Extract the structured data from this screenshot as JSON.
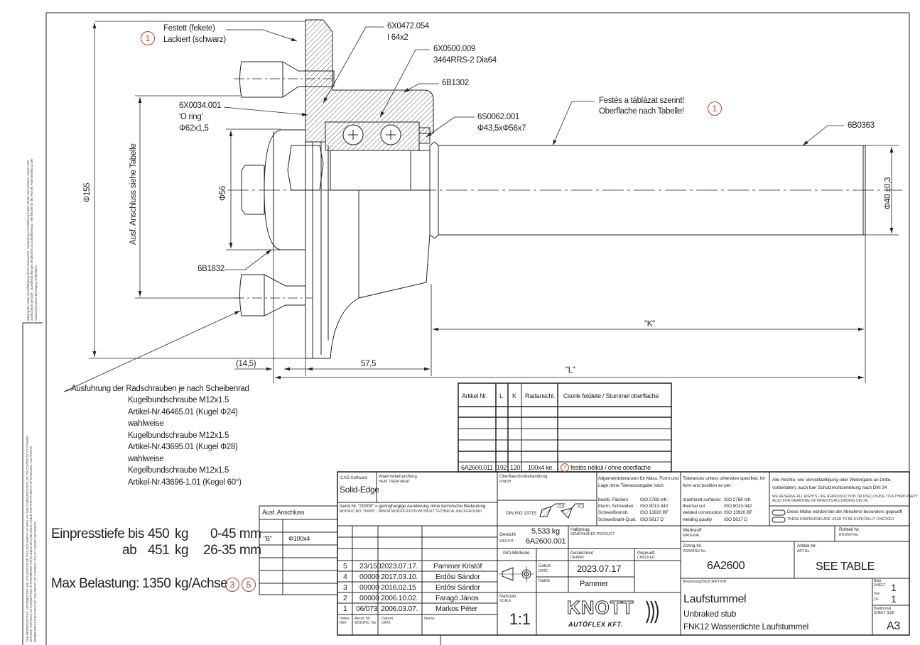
{
  "callouts": {
    "paint_black": {
      "marker": "1",
      "line1": "Festett (fekete)",
      "line2": "Lackiert (schwarz)"
    },
    "circlip": {
      "line1": "6X0472.054",
      "line2": "I 64x2"
    },
    "bearing": {
      "line1": "6X0500.009",
      "line2": "3464RRS-2 Dia64"
    },
    "hub": {
      "line1": "6B1302"
    },
    "o_ring": {
      "line1": "6X0034.001",
      "line2": "'O ring'",
      "line3": "Φ62x1,5"
    },
    "paint_table": {
      "line1": "Festés a táblázat szerint!",
      "line2": "Oberflache nach Tabelle!",
      "marker": "1"
    },
    "seal": {
      "line1": "6S0062.001",
      "line2": "Φ43,5xΦ56x7"
    },
    "stub": {
      "line1": "6B0363"
    },
    "cap": {
      "line1": "6B1832"
    }
  },
  "dimensions": {
    "d155": "Φ155",
    "connection": "Ausf. Anschluss siehe Tabelle",
    "d56": "Φ56",
    "d40": "Φ40 ±0,3",
    "offset": "(14,5)",
    "hub_len": "57,5",
    "k": "\"K\"",
    "l": "\"L\""
  },
  "notes": {
    "heading": "Ausfuhrung der Radschrauben je nach Scheibenrad",
    "lines": [
      "Kugelbundschraube M12x1.5",
      "Artikel-Nr.46465.01 (Kugel Φ24)",
      "wahlweise",
      "Kugelbundschraube M12x1.5",
      "Artikel-Nr.43695.01 (Kugel Φ28)",
      "wahlweise",
      "Kegelbundschraube M12x1.5",
      "Artikel-Nr.43696-1.01 (Kegel 60°)"
    ]
  },
  "load": {
    "row1": {
      "label": "Einpresstiefe bis",
      "kg": "450",
      "unit": "kg",
      "range": "0-45 mm"
    },
    "row2": {
      "label": "ab",
      "kg": "451",
      "unit": "kg",
      "range": "26-35 mm"
    },
    "max_label": "Max Belastung:",
    "max_value": "1350",
    "max_unit": "kg/Achse",
    "markers": [
      "3",
      "5"
    ]
  },
  "connection_table": {
    "header": "Ausf. Anschluss",
    "rows": [
      [
        "\"B\"",
        "Φ100x4"
      ]
    ]
  },
  "article_table": {
    "headers": [
      "Artikel Nr.",
      "L",
      "K",
      "Radanschl.",
      "Csonk felülete / Stummel oberflache"
    ],
    "rows": [
      [
        "6A2600.011",
        "192",
        "120",
        "100x4 ke.",
        "festés nélkül / ohne oberflache"
      ]
    ],
    "marker": "1"
  },
  "title_block": {
    "cad_label": "CAD-Software",
    "cad_value": "Solid-Edge",
    "heat_label": "Waermebehandlung",
    "heat_label_en": "HEAT TREATMENT",
    "finish_label": "Oberflaechenbehandlung",
    "finish_label_en": "FINISH",
    "gen_tol_1": "Allgemeintoleranzen für Mass, Form und",
    "gen_tol_2": "Lage ohne Toleranzangabe nach:",
    "gen_tol_rows": [
      [
        "bearb. Flächen",
        "ISO 2768 mK"
      ],
      [
        "therm. Schneiden",
        "ISO 9013-342"
      ],
      [
        "Schweißkonstr.",
        "ISO 13920 BF"
      ],
      [
        "Schweißnaht-Qual.",
        "ISO 5817 D"
      ]
    ],
    "tol_en_1": "Tolerances unless otherwise specified, for",
    "tol_en_2": "form and position as per:",
    "tol_en_rows": [
      [
        "machined surfaces:",
        "ISO 2768 mK"
      ],
      [
        "thermal cut",
        "ISO 9013-342"
      ],
      [
        "welded construction",
        "ISO 13920 BF"
      ],
      [
        "welding quality",
        "ISO 5817 D"
      ]
    ],
    "rights_1": "Alle Rechte, wie Vervielfaeltigung oder Weitergabe an Dritte,",
    "rights_2": "vorbehalten, auch fuer Schutzrechtserteilung nach DIN 34",
    "rights_en_1": "WE RESERVE ALL RIGHTS LIKE REPRODUCTION OR DISCLOSING TO A THIRD PARTY",
    "rights_en_2": "ALSO FOR GRANTING OF PATENTS ACCORDING DIN 34.",
    "check_de": "Diese Maße werden bei der Abnahme besonders geprueft",
    "check_en": "THESE DIMENSIONS ARE USED TO BE ESPECIALLY CHECKED",
    "mod_note_de": "Aend.Nr. \"00000\" = geringfuegige Aenderung ohne technische Bedeutung",
    "mod_note_en": "MODIFIC.NO. \"00000\" - MINOR MODIFICATION WITHOUT TECHNICAL BACKGROUND",
    "edge_std": "DIN ISO 13715",
    "edge_val1": "-0,3",
    "edge_val2": "-0,3",
    "weight_label": "Gewicht",
    "weight_label_en": "WEIGHT",
    "weight_value": "5,533 kg",
    "weight_part": "6A2600.001",
    "semi_label": "Halbzeug",
    "semi_label_en": "SEMIFINISHED PRODUCT",
    "material_label": "Werkstoff",
    "material_label_en": "MATERIAL",
    "rough_label": "Rohteil Nr.",
    "rough_label_en": "ROUGH-No.",
    "iso_method": "ISO-Methode",
    "drawn_label": "Gezeichnet",
    "drawn_label_en": "DRAWN",
    "checked_label": "Geprueft",
    "checked_label_en": "CHECKED",
    "drawing_no_label": "Zchng.Nr.",
    "drawing_no_label_en": "DRAWING-No.",
    "drawing_no": "6A2600",
    "article_label": "Artikel-Nr.",
    "article_label_en": "ART.No.",
    "article_value": "SEE TABLE",
    "date_label": "Datum",
    "date_label_en": "DATE",
    "date_value": "2023.07.17",
    "name_label": "Name",
    "name_value": "Pammer",
    "scale_label": "Maßstab",
    "scale_label_en": "SCALE",
    "scale_value": "1:1",
    "logo_main": "KNOTT",
    "logo_sub": "AUTÓFLEX KFT.",
    "desc_label": "Benennung/DESCRIPTION",
    "desc_1": "Laufstummel",
    "desc_2": "Unbraked stub",
    "desc_3": "FNK12 Wasserdichte Laufstummel",
    "sheet_label": "Blatt",
    "sheet_label_en": "SHEET",
    "sheet_value": "1",
    "of_label": "Von",
    "of_label_en": "OF",
    "of_value": "1",
    "format_label": "Blattformat",
    "format_label_en": "SHEET SIZE",
    "format_value": "A3",
    "revisions": [
      [
        "5",
        "23/150",
        "2023.07.17.",
        "Pammer Kristóf"
      ],
      [
        "4",
        "00000",
        "2017.03.10.",
        "Erdősi Sándor"
      ],
      [
        "3",
        "00000",
        "2016.02.15",
        "Erdősi Sándor"
      ],
      [
        "2",
        "00000",
        "2006.10.02.",
        "Faragó János"
      ],
      [
        "1",
        "06/073",
        "2006.03.07.",
        "Markos Péter"
      ]
    ],
    "rev_headers": {
      "index": "Index.",
      "index_en": "REF",
      "mod": "Aend. Nr.",
      "mod_en": "MODIFIC. No",
      "date": "Datum",
      "date_en": "DATE",
      "name": "Name"
    }
  },
  "margin_notes": {
    "de": "Weitergabe sowie Vervielfältigung dieses Dokuments, Verwertung und Mitteilung seines Inhalts sind verboten, soweit nicht ausdrücklich gestattet. Zuwiderhandlungen verpflichten zu Schadenersatz. Alle Rechte für den Fall der Patenterteilung oder Gebrauchsmuster-Eintragung vorbehalten.",
    "en": "THE REPRODUCTION, DISTRIBUTION AND UTILIZATION OF THIS DOCUMENT AS WELL AS THE COMMUNICATION OF ITS CONTENTS TO OTHERS WITHOUT EXPRESS AUTHORIZATION IS PROHIBITED. OFFENDERS WILL BE HELD LIABLE FOR THE PAYMENT OF DAMAGES. ALL RIGHTS RESERVED IN THE EVENT OF THE GRANT OF A PATENT, UTILITY MODEL OR DESIGN."
  }
}
